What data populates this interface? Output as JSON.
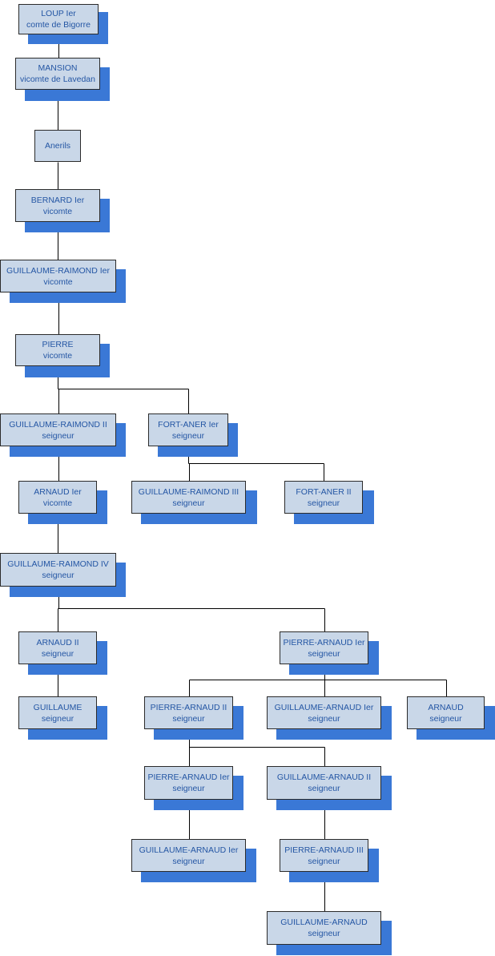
{
  "colors": {
    "box_fill": "#c9d7e8",
    "box_text": "#2456a4",
    "shadow": "#3a78d6",
    "connector": "#000000"
  },
  "nodes": {
    "loup": {
      "name": "LOUP Ier",
      "title": "comte de Bigorre"
    },
    "mansion": {
      "name": "MANSION",
      "title": "vicomte de Lavedan"
    },
    "anerils": {
      "name": "Anerils",
      "title": ""
    },
    "bernard": {
      "name": "BERNARD Ier",
      "title": "vicomte"
    },
    "guillaume_raimond_1": {
      "name": "GUILLAUME-RAIMOND Ier",
      "title": "vicomte"
    },
    "pierre": {
      "name": "PIERRE",
      "title": "vicomte"
    },
    "guillaume_raimond_2": {
      "name": "GUILLAUME-RAIMOND II",
      "title": "seigneur"
    },
    "fort_aner_1": {
      "name": "FORT-ANER Ier",
      "title": "seigneur"
    },
    "arnaud_1": {
      "name": "ARNAUD Ier",
      "title": "vicomte"
    },
    "guillaume_raimond_3": {
      "name": "GUILLAUME-RAIMOND III",
      "title": "seigneur"
    },
    "fort_aner_2": {
      "name": "FORT-ANER II",
      "title": "seigneur"
    },
    "guillaume_raimond_4": {
      "name": "GUILLAUME-RAIMOND IV",
      "title": "seigneur"
    },
    "arnaud_2": {
      "name": "ARNAUD II",
      "title": "seigneur"
    },
    "pierre_arnaud_1": {
      "name": "PIERRE-ARNAUD Ier",
      "title": "seigneur"
    },
    "guillaume": {
      "name": "GUILLAUME",
      "title": "seigneur"
    },
    "pierre_arnaud_2": {
      "name": "PIERRE-ARNAUD II",
      "title": "seigneur"
    },
    "guillaume_arnaud_1a": {
      "name": "GUILLAUME-ARNAUD Ier",
      "title": "seigneur"
    },
    "arnaud_3": {
      "name": "ARNAUD",
      "title": "seigneur"
    },
    "pierre_arnaud_1b": {
      "name": "PIERRE-ARNAUD Ier",
      "title": "seigneur"
    },
    "guillaume_arnaud_2": {
      "name": "GUILLAUME-ARNAUD II",
      "title": "seigneur"
    },
    "guillaume_arnaud_1b": {
      "name": "GUILLAUME-ARNAUD Ier",
      "title": "seigneur"
    },
    "pierre_arnaud_3": {
      "name": "PIERRE-ARNAUD III",
      "title": "seigneur"
    },
    "guillaume_arnaud": {
      "name": "GUILLAUME-ARNAUD",
      "title": "seigneur"
    }
  },
  "edges": [
    [
      "loup",
      "mansion"
    ],
    [
      "mansion",
      "anerils"
    ],
    [
      "anerils",
      "bernard"
    ],
    [
      "bernard",
      "guillaume_raimond_1"
    ],
    [
      "guillaume_raimond_1",
      "pierre"
    ],
    [
      "pierre",
      "guillaume_raimond_2"
    ],
    [
      "pierre",
      "fort_aner_1"
    ],
    [
      "guillaume_raimond_2",
      "arnaud_1"
    ],
    [
      "fort_aner_1",
      "guillaume_raimond_3"
    ],
    [
      "fort_aner_1",
      "fort_aner_2"
    ],
    [
      "arnaud_1",
      "guillaume_raimond_4"
    ],
    [
      "guillaume_raimond_4",
      "arnaud_2"
    ],
    [
      "guillaume_raimond_4",
      "pierre_arnaud_1"
    ],
    [
      "arnaud_2",
      "guillaume"
    ],
    [
      "pierre_arnaud_1",
      "pierre_arnaud_2"
    ],
    [
      "pierre_arnaud_1",
      "guillaume_arnaud_1a"
    ],
    [
      "pierre_arnaud_1",
      "arnaud_3"
    ],
    [
      "pierre_arnaud_2",
      "pierre_arnaud_1b"
    ],
    [
      "pierre_arnaud_2",
      "guillaume_arnaud_2"
    ],
    [
      "pierre_arnaud_1b",
      "guillaume_arnaud_1b"
    ],
    [
      "guillaume_arnaud_2",
      "pierre_arnaud_3"
    ],
    [
      "pierre_arnaud_3",
      "guillaume_arnaud"
    ]
  ]
}
